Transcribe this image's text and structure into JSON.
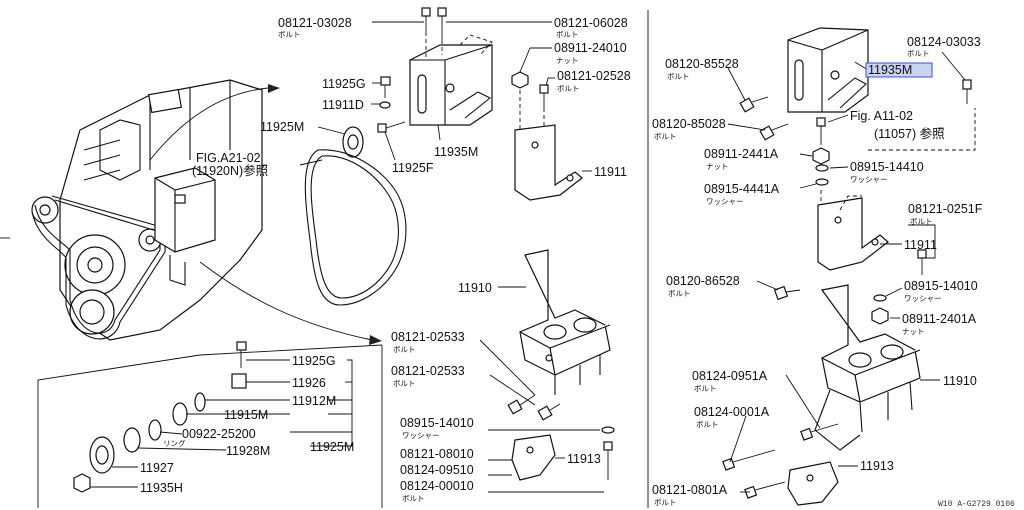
{
  "labels": {
    "p08121_03028": "08121-03028",
    "p08121_03028_sub": "ボルト",
    "p08121_06028": "08121-06028",
    "p08121_06028_sub": "ボルト",
    "p08911_24010": "08911-24010",
    "p08911_24010_sub": "ナット",
    "p08121_02528": "08121-02528",
    "p08121_02528_sub": "ボルト",
    "p11925G_top": "11925G",
    "p11911D": "11911D",
    "p11925M_top": "11925M",
    "p11925F": "11925F",
    "p11935M_left": "11935M",
    "p11911_mid": "11911",
    "ref_a21": "FIG.A21-02",
    "ref_a21_b": "(11920N)参照",
    "p11910_mid": "11910",
    "p08121_02533_a": "08121-02533",
    "p08121_02533_a_sub": "ボルト",
    "p08121_02533_b": "08121-02533",
    "p08121_02533_b_sub": "ボルト",
    "p08915_14010_mid": "08915-14010",
    "p08915_14010_mid_sub": "ワッシャー",
    "p08121_08010": "08121-08010",
    "p08124_09510": "08124-09510",
    "p08124_00010": "08124-00010",
    "p08124_00010_sub": "ボルト",
    "p11913_mid": "11913",
    "p11925G_box": "11925G",
    "p11926": "11926",
    "p11912M": "11912M",
    "p11915M": "11915M",
    "p00922_25200": "00922-25200",
    "p00922_sub": "リング",
    "p11928M": "11928M",
    "p11925M_box": "11925M",
    "p11927": "11927",
    "p11935H": "11935H",
    "p08120_85528": "08120-85528",
    "p08120_85528_sub": "ボルト",
    "p11935M_right": "11935M",
    "p08124_03033": "08124-03033",
    "p08124_03033_sub": "ボルト",
    "p08120_85028": "08120-85028",
    "p08120_85028_sub": "ボルト",
    "ref_a11": "Fig. A11-02",
    "ref_a11_b": "(11057) 参照",
    "p08911_2441A": "08911-2441A",
    "p08911_2441A_sub": "ナット",
    "p08915_14410": "08915-14410",
    "p08915_14410_sub": "ワッシャー",
    "p08915_4441A": "08915-4441A",
    "p08915_4441A_sub": "ワッシャー",
    "p08121_0251F": "08121-0251F",
    "p08121_0251F_sub": "ボルト",
    "p11911_right": "11911",
    "p08120_86528": "08120-86528",
    "p08120_86528_sub": "ボルト",
    "p08915_14010_right": "08915-14010",
    "p08915_14010_right_sub": "ワッシャー",
    "p08911_2401A": "08911-2401A",
    "p08911_2401A_sub": "ナット",
    "p08124_0951A": "08124-0951A",
    "p08124_0951A_sub": "ボルト",
    "p11910_right": "11910",
    "p08124_0001A": "08124-0001A",
    "p08124_0001A_sub": "ボルト",
    "p11913_right": "11913",
    "p08121_0801A": "08121-0801A",
    "p08121_0801A_sub": "ボルト",
    "footer_code": "W10 A-G2729 0106"
  },
  "colors": {
    "highlight_fill": "#c9d3f3",
    "highlight_stroke": "#3b4fd8"
  },
  "highlighted_part": "p11935M_right"
}
